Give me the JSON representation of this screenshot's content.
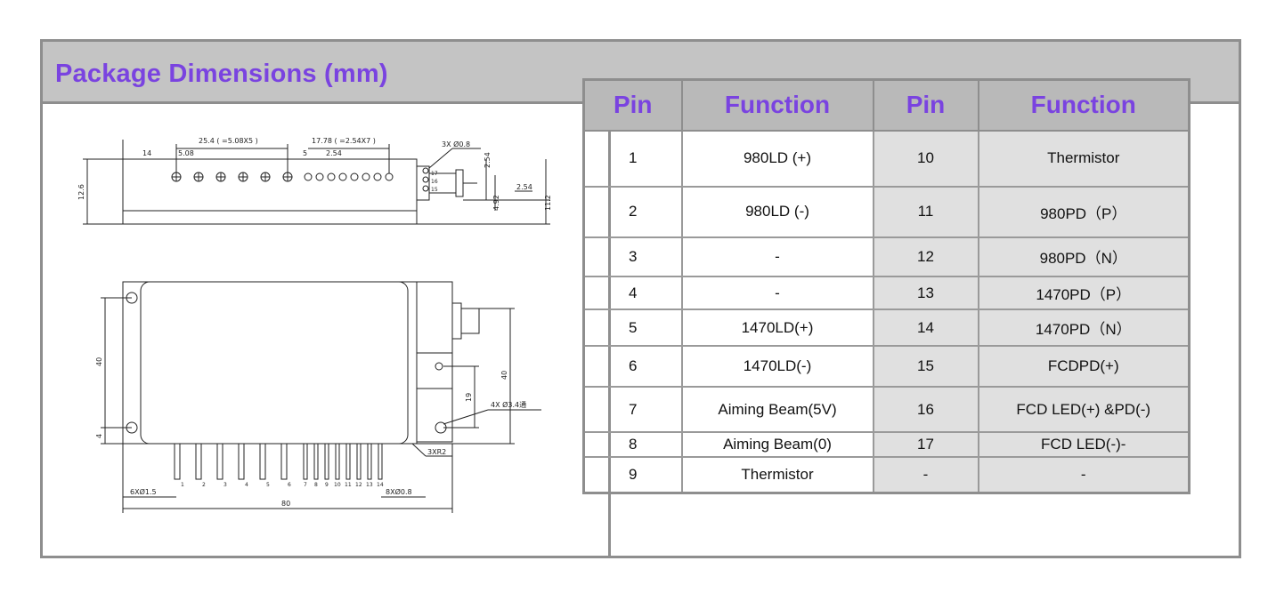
{
  "title": "Package Dimensions (mm)",
  "headers": [
    "Pin",
    "Function",
    "Pin",
    "Function"
  ],
  "rows": [
    [
      "1",
      "980LD (+)",
      "10",
      "Thermistor"
    ],
    [
      "2",
      "980LD (-)",
      "11",
      "980PD（P）"
    ],
    [
      "3",
      "-",
      "12",
      "980PD（N）"
    ],
    [
      "4",
      "-",
      "13",
      "1470PD（P）"
    ],
    [
      "5",
      "1470LD(+)",
      "14",
      "1470PD（N）"
    ],
    [
      "6",
      "1470LD(-)",
      "15",
      "FCDPD(+)"
    ],
    [
      "7",
      "Aiming Beam(5V)",
      "16",
      "FCD LED(+) &PD(-)"
    ],
    [
      "8",
      "Aiming Beam(0)",
      "17",
      "FCD LED(-)-"
    ],
    [
      "9",
      "Thermistor",
      "-",
      "-"
    ]
  ],
  "drawing": {
    "top_dims": {
      "d1": "25.4 ( =5.08X5 )",
      "d2": "17.78 ( =2.54X7 )",
      "d3": "14",
      "d4": "5.08",
      "d5": "5",
      "d6": "2.54",
      "d7": "3X Ø0.8",
      "d8": "2.54",
      "d9": "2.54",
      "d10": "4.92",
      "d11": "11.2",
      "d12": "12.6",
      "c17": "17",
      "c16": "16",
      "c15": "15"
    },
    "bottom_dims": {
      "h40a": "40",
      "h40b": "40",
      "h19": "19",
      "h4": "4",
      "holes": "4X Ø3.4通",
      "radius": "3XR2",
      "pinsA": "6XØ1.5",
      "pinsB": "8XØ0.8",
      "w80": "80"
    },
    "pin_numbers": [
      "1",
      "2",
      "3",
      "4",
      "5",
      "6",
      "7",
      "8",
      "9",
      "10",
      "11",
      "12",
      "13",
      "14"
    ]
  }
}
